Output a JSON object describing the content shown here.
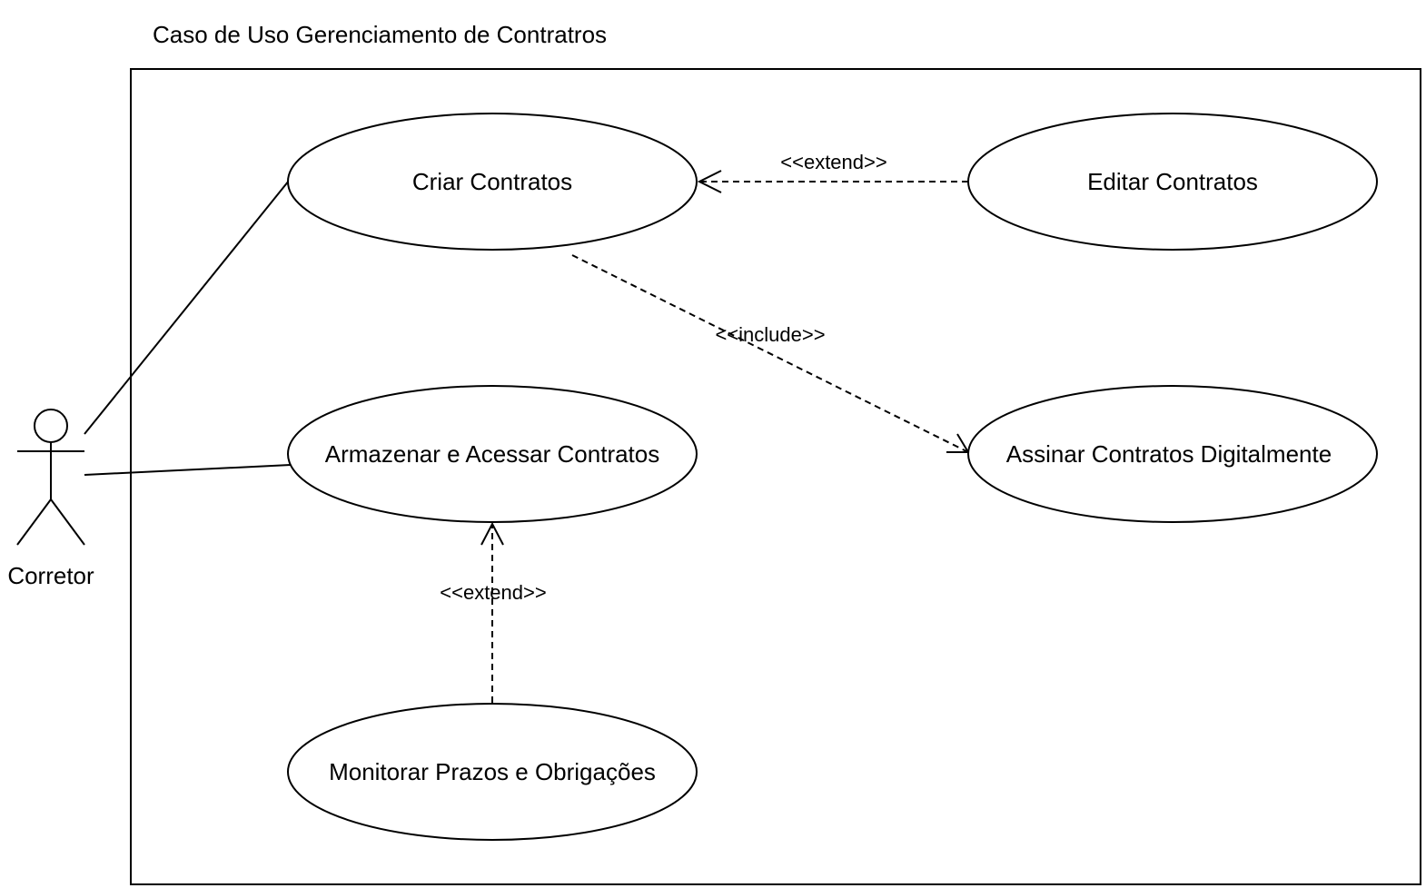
{
  "diagram": {
    "title": "Caso de Uso Gerenciamento de Contratros",
    "actor": {
      "name": "Corretor"
    },
    "use_cases": {
      "criar": "Criar Contratos",
      "editar": "Editar Contratos",
      "armazenar": "Armazenar e Acessar Contratos",
      "assinar": "Assinar Contratos Digitalmente",
      "monitorar": "Monitorar Prazos e Obrigações"
    },
    "relations": {
      "editar_criar": "<<extend>>",
      "criar_assinar": "<<include>>",
      "monitorar_armazenar": "<<extend>>"
    }
  }
}
